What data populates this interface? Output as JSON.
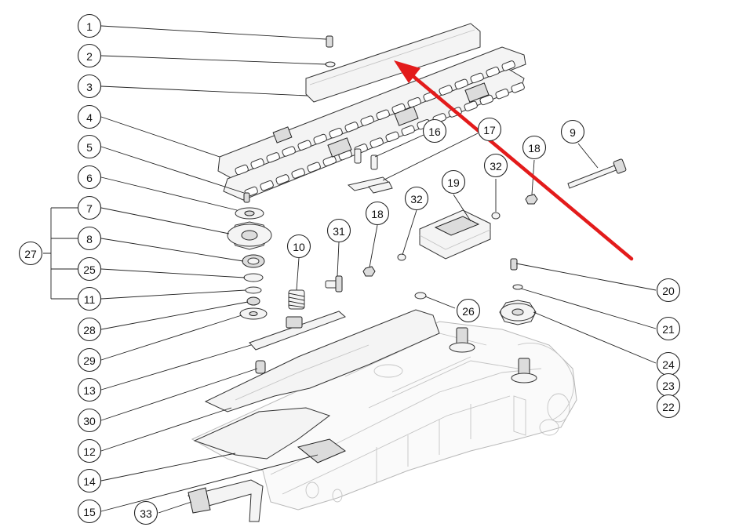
{
  "diagram": {
    "accent_color": "#e31b1b",
    "callouts": [
      {
        "id": "c1",
        "label": "1"
      },
      {
        "id": "c2",
        "label": "2"
      },
      {
        "id": "c3",
        "label": "3"
      },
      {
        "id": "c4",
        "label": "4"
      },
      {
        "id": "c5",
        "label": "5"
      },
      {
        "id": "c6",
        "label": "6"
      },
      {
        "id": "c7",
        "label": "7"
      },
      {
        "id": "c8",
        "label": "8"
      },
      {
        "id": "c25",
        "label": "25"
      },
      {
        "id": "c11",
        "label": "11"
      },
      {
        "id": "c27",
        "label": "27"
      },
      {
        "id": "c28",
        "label": "28"
      },
      {
        "id": "c29",
        "label": "29"
      },
      {
        "id": "c13",
        "label": "13"
      },
      {
        "id": "c30",
        "label": "30"
      },
      {
        "id": "c12",
        "label": "12"
      },
      {
        "id": "c14",
        "label": "14"
      },
      {
        "id": "c15",
        "label": "15"
      },
      {
        "id": "c33",
        "label": "33"
      },
      {
        "id": "c10",
        "label": "10"
      },
      {
        "id": "c31",
        "label": "31"
      },
      {
        "id": "c18a",
        "label": "18"
      },
      {
        "id": "c32a",
        "label": "32"
      },
      {
        "id": "c16",
        "label": "16"
      },
      {
        "id": "c17",
        "label": "17"
      },
      {
        "id": "c19",
        "label": "19"
      },
      {
        "id": "c32b",
        "label": "32"
      },
      {
        "id": "c18b",
        "label": "18"
      },
      {
        "id": "c9",
        "label": "9"
      },
      {
        "id": "c20",
        "label": "20"
      },
      {
        "id": "c21",
        "label": "21"
      },
      {
        "id": "c24",
        "label": "24"
      },
      {
        "id": "c23",
        "label": "23"
      },
      {
        "id": "c22",
        "label": "22"
      },
      {
        "id": "c26",
        "label": "26"
      }
    ]
  }
}
